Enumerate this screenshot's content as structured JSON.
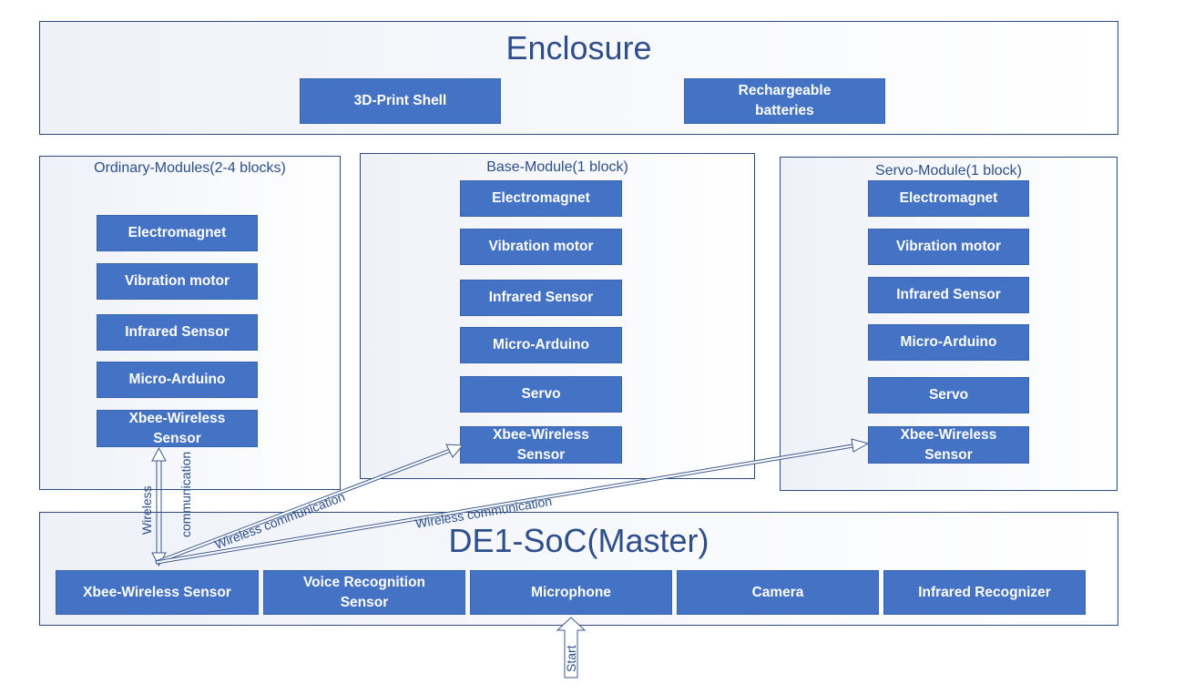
{
  "enclosure": {
    "title": "Enclosure",
    "items": [
      "3D-Print Shell",
      "Rechargeable\nbatteries"
    ]
  },
  "ordinary": {
    "title": "Ordinary-Modules(2-4 blocks)",
    "items": [
      "Electromagnet",
      "Vibration motor",
      "Infrared Sensor",
      "Micro-Arduino",
      "Xbee-Wireless\nSensor"
    ]
  },
  "base": {
    "title": "Base-Module(1 block)",
    "items": [
      "Electromagnet",
      "Vibration motor",
      "Infrared Sensor",
      "Micro-Arduino",
      "Servo",
      "Xbee-Wireless\nSensor"
    ]
  },
  "servo": {
    "title": "Servo-Module(1 block)",
    "items": [
      "Electromagnet",
      "Vibration motor",
      "Infrared Sensor",
      "Micro-Arduino",
      "Servo",
      "Xbee-Wireless\nSensor"
    ]
  },
  "master": {
    "title": "DE1-SoC(Master)",
    "items": [
      "Xbee-Wireless Sensor",
      "Voice Recognition\nSensor",
      "Microphone",
      "Camera",
      "Infrared Recognizer"
    ]
  },
  "connectors": {
    "wireless_vertical": [
      "Wireless",
      "communication"
    ],
    "wireless_base": "Wireless communication",
    "wireless_servo": "Wireless communication",
    "start": "Start"
  },
  "colors": {
    "block_fill": "#4472c4",
    "border": "#2f4a7d",
    "title_text": "#2e4f8c"
  }
}
